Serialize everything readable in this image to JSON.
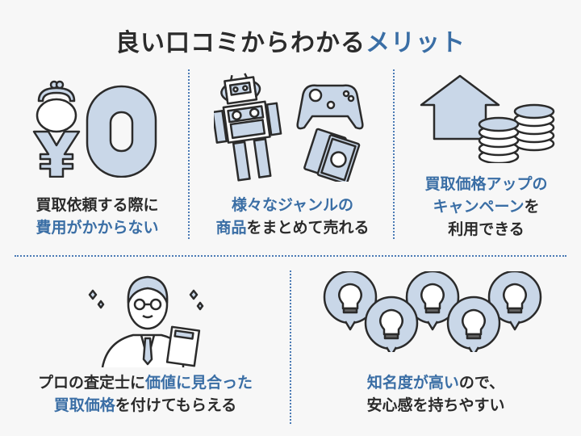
{
  "title": {
    "main": "良い口コミからわかる",
    "accent": "メリット"
  },
  "colors": {
    "accent": "#3a6ea5",
    "fill": "#c9d7e8",
    "stroke": "#2b2b2b",
    "background": "#f7f7f7"
  },
  "merits": [
    {
      "icon": "wallet-yen-zero-icon",
      "line1": [
        {
          "t": "買取依頼する際に",
          "a": false
        }
      ],
      "line2": [
        {
          "t": "費用がかからない",
          "a": true
        }
      ]
    },
    {
      "icon": "robot-controller-cards-icon",
      "line1": [
        {
          "t": "様々なジャンルの",
          "a": true
        }
      ],
      "line2": [
        {
          "t": "商品",
          "a": true
        },
        {
          "t": "をまとめて売れる",
          "a": false
        }
      ]
    },
    {
      "icon": "arrow-coins-icon",
      "line1": [
        {
          "t": "買取価格アップの",
          "a": true
        }
      ],
      "line2": [
        {
          "t": "キャンペーン",
          "a": true
        },
        {
          "t": "を",
          "a": false
        }
      ],
      "line3": [
        {
          "t": "利用できる",
          "a": false
        }
      ]
    },
    {
      "icon": "appraiser-calculator-icon",
      "line1": [
        {
          "t": "プロの査定士に",
          "a": false
        },
        {
          "t": "価値に見合った",
          "a": true
        }
      ],
      "line2": [
        {
          "t": "買取価格",
          "a": true
        },
        {
          "t": "を付けてもらえる",
          "a": false
        }
      ]
    },
    {
      "icon": "lightbulb-bubbles-icon",
      "line1": [
        {
          "t": "知名度が高い",
          "a": true
        },
        {
          "t": "ので、",
          "a": false
        }
      ],
      "line2": [
        {
          "t": "安心感を持ちやすい",
          "a": false
        }
      ]
    }
  ]
}
